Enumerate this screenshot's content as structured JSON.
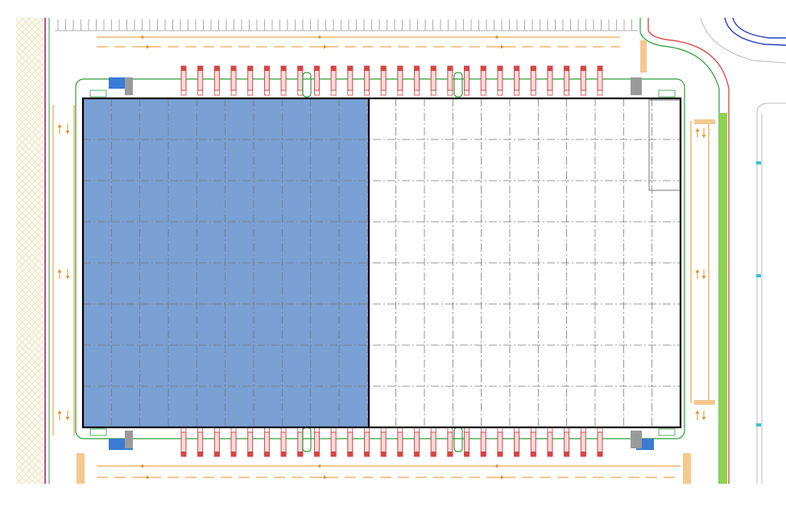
{
  "plan": {
    "grid": {
      "columns": 21,
      "rows": 8,
      "leased_columns": 10
    },
    "docks": {
      "north_trailer_stalls": 26,
      "south_trailer_stalls": 26
    },
    "colors": {
      "leased_area": "#7aa0d4",
      "building_outline": "#000000",
      "grid_line": "#7a7a7a",
      "drive_arrow": "#e8902a",
      "curb_green": "#2e9e3a",
      "landscape_green": "#8fd14f",
      "road_red": "#d9534f",
      "trailer_red": "#d64545",
      "trailer_fill": "#f3dcdc",
      "road_blue": "#2b3fbf",
      "hatch_beige": "#f0ead2",
      "corner_blue": "#3a7bd5",
      "corner_gray": "#9a9a9a",
      "utility_cyan": "#3cc0d0"
    },
    "icons": [
      "direction-arrow-icon",
      "trailer-stall-icon",
      "corner-office-icon"
    ]
  }
}
